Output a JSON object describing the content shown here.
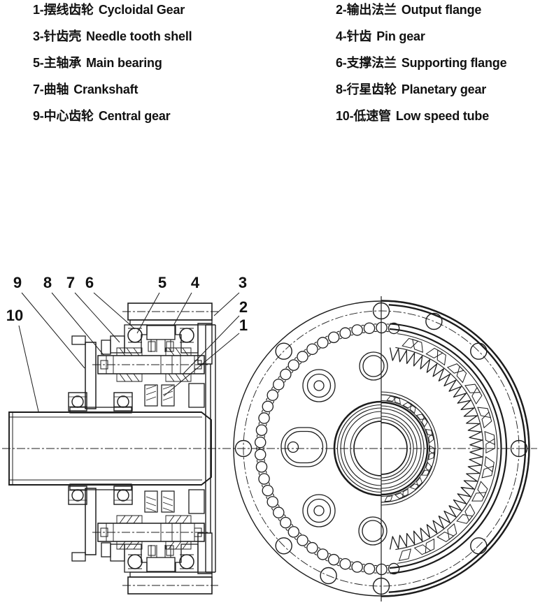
{
  "page": {
    "background": "#ffffff",
    "line_color": "#1c1c1c",
    "text_color": "#111111"
  },
  "legend": {
    "left": [
      {
        "zh": "1-摆线齿轮",
        "en": "Cycloidal Gear"
      },
      {
        "zh": "3-针齿壳",
        "en": "Needle tooth shell"
      },
      {
        "zh": "5-主轴承",
        "en": "Main bearing"
      },
      {
        "zh": "7-曲轴",
        "en": "Crankshaft"
      },
      {
        "zh": "9-中心齿轮",
        "en": "Central gear"
      }
    ],
    "right": [
      {
        "zh": "2-输出法兰",
        "en": "Output flange"
      },
      {
        "zh": "4-针齿",
        "en": "Pin gear"
      },
      {
        "zh": "6-支撑法兰",
        "en": "Supporting flange"
      },
      {
        "zh": "8-行星齿轮",
        "en": "Planetary gear"
      },
      {
        "zh": "10-低速管",
        "en": "Low speed tube"
      }
    ]
  },
  "drawing": {
    "callouts": [
      "9",
      "8",
      "7",
      "6",
      "5",
      "4",
      "3",
      "2",
      "1",
      "10"
    ]
  }
}
